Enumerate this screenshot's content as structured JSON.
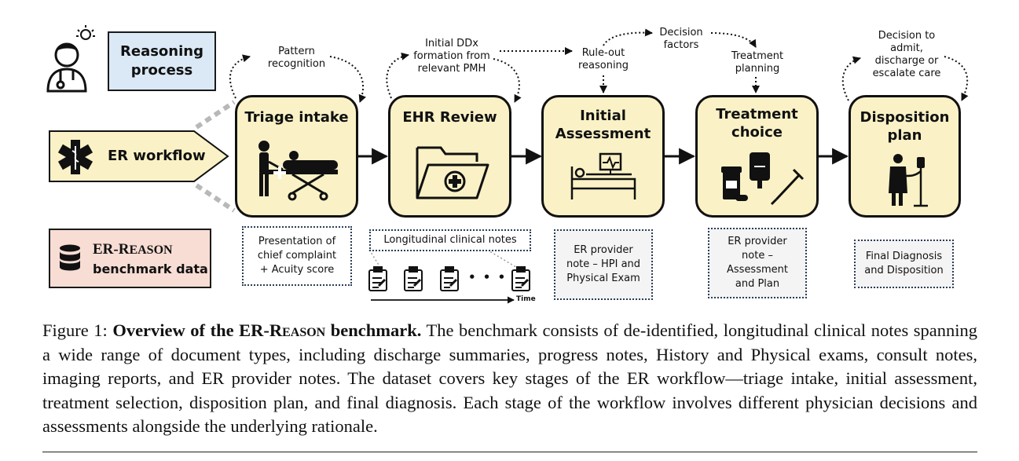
{
  "reasoning_label": [
    "Reasoning",
    "process"
  ],
  "workflow_label": "ER workflow",
  "benchmark": {
    "name_prefix": "ER-R",
    "name_rest": "EASON",
    "subtitle": "benchmark data"
  },
  "stages": [
    {
      "title": [
        "Triage intake"
      ],
      "reasoning": [
        "Pattern",
        "recognition"
      ],
      "note": [
        "Presentation of",
        "chief complaint",
        "+ Acuity score"
      ]
    },
    {
      "title": [
        "EHR Review"
      ],
      "reasoning": [
        "Initial DDx",
        "formation from",
        "relevant PMH"
      ],
      "note": [
        "Longitudinal clinical notes"
      ]
    },
    {
      "title": [
        "Initial",
        "Assessment"
      ],
      "reasoning": [
        "Rule-out",
        "reasoning"
      ],
      "note": [
        "ER provider",
        "note – HPI and",
        "Physical Exam"
      ]
    },
    {
      "title": [
        "Treatment",
        "choice"
      ],
      "reasoning": [
        "Treatment",
        "planning"
      ],
      "note": [
        "ER provider",
        "note –",
        "Assessment",
        "and Plan"
      ]
    },
    {
      "title": [
        "Disposition",
        "plan"
      ],
      "reasoning": [
        "Decision to",
        "admit,",
        "discharge or",
        "escalate care"
      ],
      "note": [
        "Final Diagnosis",
        "and Disposition"
      ]
    }
  ],
  "decision_factors": [
    "Decision",
    "factors"
  ],
  "timeline": {
    "label": "Time",
    "ellipsis": "• • •"
  },
  "caption": {
    "prefix": "Figure 1: ",
    "bold_a": "Overview of the ER-R",
    "bold_sc": "eason",
    "bold_b": " benchmark.",
    "body": " The benchmark consists of de-identified, longitudinal clinical notes spanning a wide range of document types, including discharge summaries, progress notes, History and Physical exams, consult notes, imaging reports, and ER provider notes. The dataset covers key stages of the ER workflow—triage intake, initial assessment, treatment selection, disposition plan, and final diagnosis. Each stage of the workflow involves different physician decisions and assessments alongside the underlying rationale."
  },
  "colors": {
    "stage_fill": "#faf2c6",
    "reasoning_fill": "#dbe9f6",
    "benchmark_fill": "#f7ddd4",
    "workflow_fill": "#faf2c6",
    "note_border": "#2a3e55"
  }
}
